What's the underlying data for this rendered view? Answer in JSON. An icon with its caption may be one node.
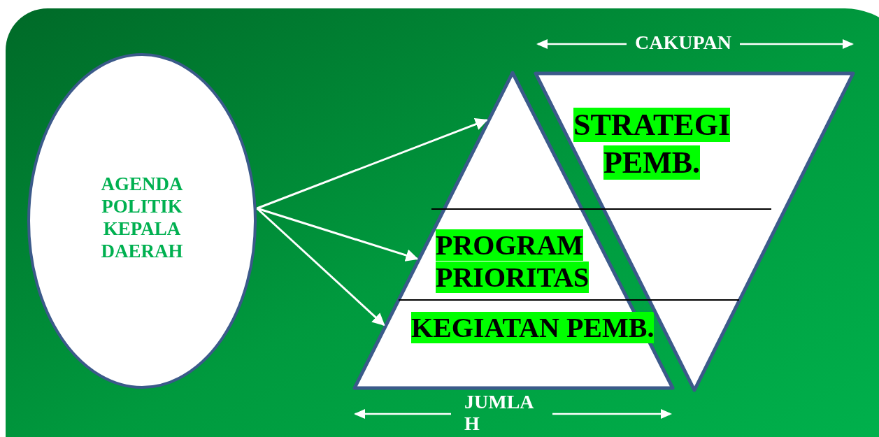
{
  "diagram": {
    "nodes": [
      {
        "text": [
          "AGENDA POLITIK KEPALA DAERAH"
        ]
      },
      {
        "text": [
          "PROGRAM PRIORITAS",
          "KEGIATAN PEMB."
        ]
      },
      {
        "text": [
          "STRATEGI PEMB."
        ]
      }
    ],
    "edges": [
      {
        "from": 0,
        "to": 1,
        "arrow": "to"
      },
      {
        "from": 0,
        "to": 1,
        "arrow": "to"
      },
      {
        "from": 0,
        "to": 1,
        "arrow": "to"
      }
    ],
    "labels": [
      "CAKUPAN",
      "JUMLAH"
    ]
  }
}
